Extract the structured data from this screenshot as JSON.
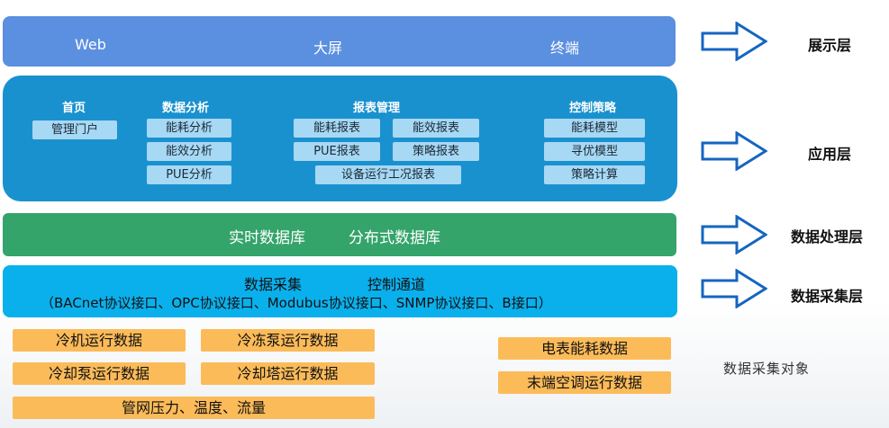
{
  "display_layer": {
    "items": [
      "Web",
      "大屏",
      "终端"
    ],
    "label": "展示层"
  },
  "application_layer": {
    "label": "应用层",
    "home": {
      "title": "首页",
      "items": [
        "管理门户"
      ]
    },
    "analysis": {
      "title": "数据分析",
      "items": [
        "能耗分析",
        "能效分析",
        "PUE分析"
      ]
    },
    "reports": {
      "title": "报表管理",
      "items": [
        "能耗报表",
        "能效报表",
        "PUE报表",
        "策略报表",
        "设备运行工况报表"
      ]
    },
    "control": {
      "title": "控制策略",
      "items": [
        "能耗模型",
        "寻优模型",
        "策略计算"
      ]
    }
  },
  "processing_layer": {
    "items": [
      "实时数据库",
      "分布式数据库"
    ],
    "label": "数据处理层"
  },
  "collection_layer": {
    "label": "数据采集层",
    "line1": [
      "数据采集",
      "控制通道"
    ],
    "line2": "（BACnet协议接口、OPC协议接口、Modubus协议接口、SNMP协议接口、B接口）"
  },
  "collection_objects": {
    "caption": "数据采集对象",
    "items": [
      "冷机运行数据",
      "冷冻泵运行数据",
      "冷却泵运行数据",
      "冷却塔运行数据",
      "管网压力、温度、流量",
      "电表能耗数据",
      "末端空调运行数据"
    ]
  },
  "colors": {
    "display": "#5b8fe0",
    "application": "#1a91cf",
    "processing": "#34a46a",
    "collection": "#0ab0ec",
    "chip": "#a7d8f4",
    "object": "#fcbb59",
    "arrow": "#1565c0"
  }
}
